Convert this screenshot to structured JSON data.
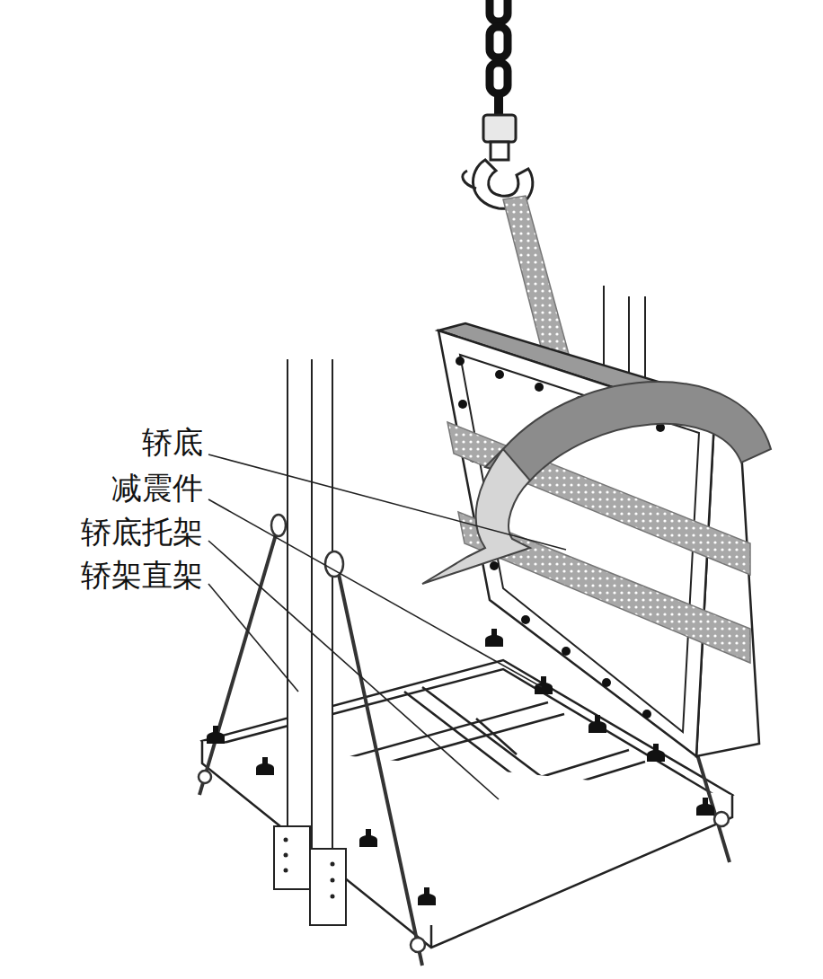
{
  "diagram": {
    "labels": [
      "轿底",
      "减震件",
      "轿底托架",
      "轿架直架"
    ]
  }
}
